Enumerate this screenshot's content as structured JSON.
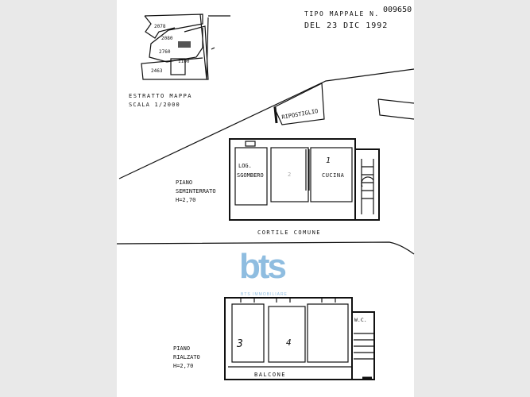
{
  "header": {
    "tipo_label": "TIPO MAPPALE N.",
    "number": "009650",
    "date": "DEL 23 DIC 1992"
  },
  "map_extract": {
    "parcels": [
      "2078",
      "2080",
      "2760",
      "1100",
      "2463"
    ],
    "title": "ESTRATTO MAPPA",
    "scale": "SCALA 1/2000"
  },
  "ripostiglio": "RIPOSTIGLIO",
  "basement": {
    "label": [
      "PIANO",
      "SEMINTERRATO",
      "H=2,70"
    ],
    "rooms": [
      "LOG.",
      "SGOMBERO",
      "2",
      "1",
      "CUCINA"
    ]
  },
  "courtyard": "CORTILE COMUNE",
  "watermark": {
    "logo": "bts",
    "name": "BTS IMMOBILIARE",
    "color": "#8fbde0"
  },
  "ground_floor": {
    "label": [
      "PIANO",
      "RIALZATO",
      "H=2,70"
    ],
    "rooms": [
      "3",
      "4",
      "W.C.",
      "BALCONE"
    ]
  }
}
